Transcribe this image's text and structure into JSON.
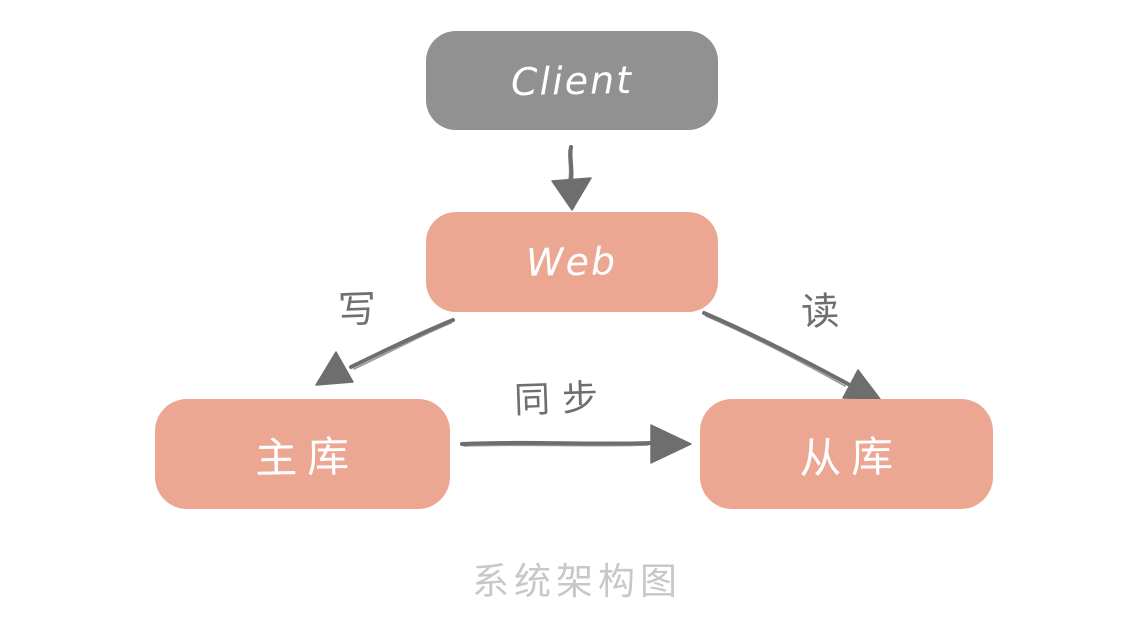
{
  "diagram": {
    "title": "系统架构图",
    "colors": {
      "background": "#ffffff",
      "client_node": "#919191",
      "service_node": "#eca793",
      "node_text": "#ffffff",
      "arrow": "#6e6e6e",
      "edge_label_text": "#6f6f6f",
      "caption_text": "#c8c8c8"
    },
    "nodes": {
      "client": {
        "label": "Client"
      },
      "web": {
        "label": "Web"
      },
      "master_db": {
        "label": "主库"
      },
      "slave_db": {
        "label": "从库"
      }
    },
    "edges": {
      "client_to_web": {
        "from": "Client",
        "to": "Web",
        "label": ""
      },
      "web_to_master": {
        "from": "Web",
        "to": "主库",
        "label": "写"
      },
      "web_to_slave": {
        "from": "Web",
        "to": "从库",
        "label": "读"
      },
      "master_to_slave": {
        "from": "主库",
        "to": "从库",
        "label": "同步"
      }
    }
  }
}
